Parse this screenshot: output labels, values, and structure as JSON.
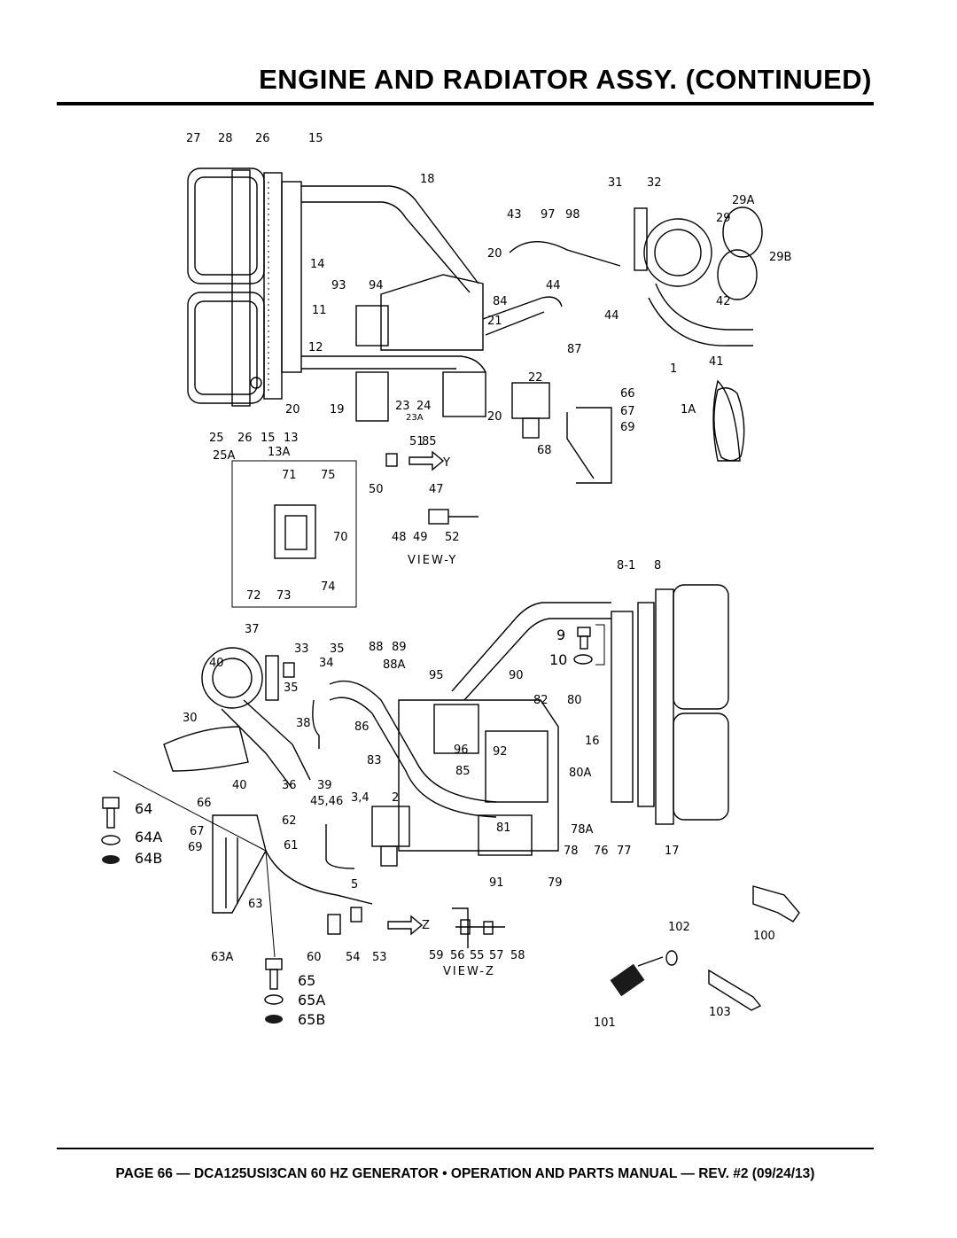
{
  "header": {
    "title": "ENGINE AND RADIATOR ASSY. (CONTINUED)"
  },
  "footer": {
    "text": "PAGE 66 — DCA125USI3CAN 60 HZ GENERATOR • OPERATION AND PARTS MANUAL — REV. #2 (09/24/13)"
  },
  "diagram": {
    "view_labels": {
      "view_y": "VIEW-Y",
      "view_z": "VIEW-Z",
      "arrow_y": "Y",
      "arrow_z": "Z"
    },
    "callouts": [
      "27",
      "28",
      "26",
      "15",
      "18",
      "31",
      "32",
      "29A",
      "43",
      "97",
      "98",
      "20",
      "29",
      "29B",
      "93",
      "94",
      "44",
      "84",
      "14",
      "11",
      "12",
      "21",
      "42",
      "44",
      "87",
      "41",
      "22",
      "1",
      "66",
      "67",
      "69",
      "1A",
      "19",
      "20",
      "23",
      "24",
      "23A",
      "20",
      "25",
      "26",
      "15",
      "13",
      "25A",
      "13A",
      "51",
      "85",
      "68",
      "71",
      "75",
      "70",
      "72",
      "73",
      "74",
      "50",
      "47",
      "48",
      "49",
      "52",
      "8-1",
      "8",
      "9",
      "10",
      "37",
      "33",
      "35",
      "34",
      "40",
      "35",
      "88",
      "89",
      "88A",
      "95",
      "90",
      "30",
      "38",
      "86",
      "82",
      "80",
      "16",
      "96",
      "92",
      "85",
      "80A",
      "40",
      "36",
      "39",
      "45,46",
      "3,4",
      "2",
      "66",
      "62",
      "61",
      "67",
      "69",
      "64",
      "64A",
      "64B",
      "83",
      "81",
      "78A",
      "78",
      "76",
      "77",
      "17",
      "63",
      "5",
      "91",
      "79",
      "63A",
      "60",
      "54",
      "53",
      "59",
      "56",
      "55",
      "57",
      "58",
      "65",
      "65A",
      "65B",
      "102",
      "100",
      "101",
      "103"
    ]
  }
}
